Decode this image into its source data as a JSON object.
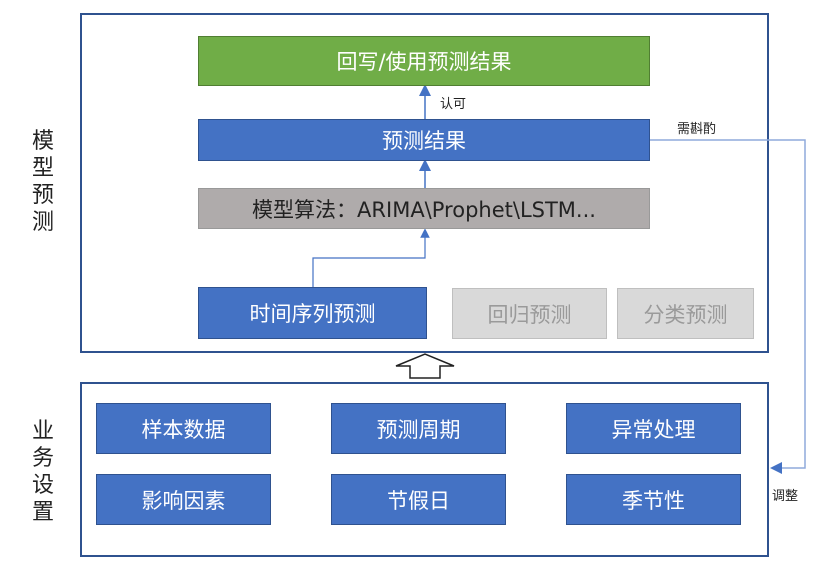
{
  "sections": {
    "model": "模型预测",
    "business": "业务设置"
  },
  "model": {
    "writeback": "回写/使用预测结果",
    "result": "预测结果",
    "algorithm": "模型算法：ARIMA\\Prophet\\LSTM...",
    "time_series": "时间序列预测",
    "regression": "回归预测",
    "classification": "分类预测"
  },
  "annotations": {
    "approve": "认可",
    "consider": "需斟酌",
    "adjust": "调整"
  },
  "business": {
    "items": [
      "样本数据",
      "预测周期",
      "异常处理",
      "影响因素",
      "节假日",
      "季节性"
    ]
  },
  "colors": {
    "blue": "#4472c4",
    "green": "#70ad47",
    "frame": "#2f528f"
  }
}
